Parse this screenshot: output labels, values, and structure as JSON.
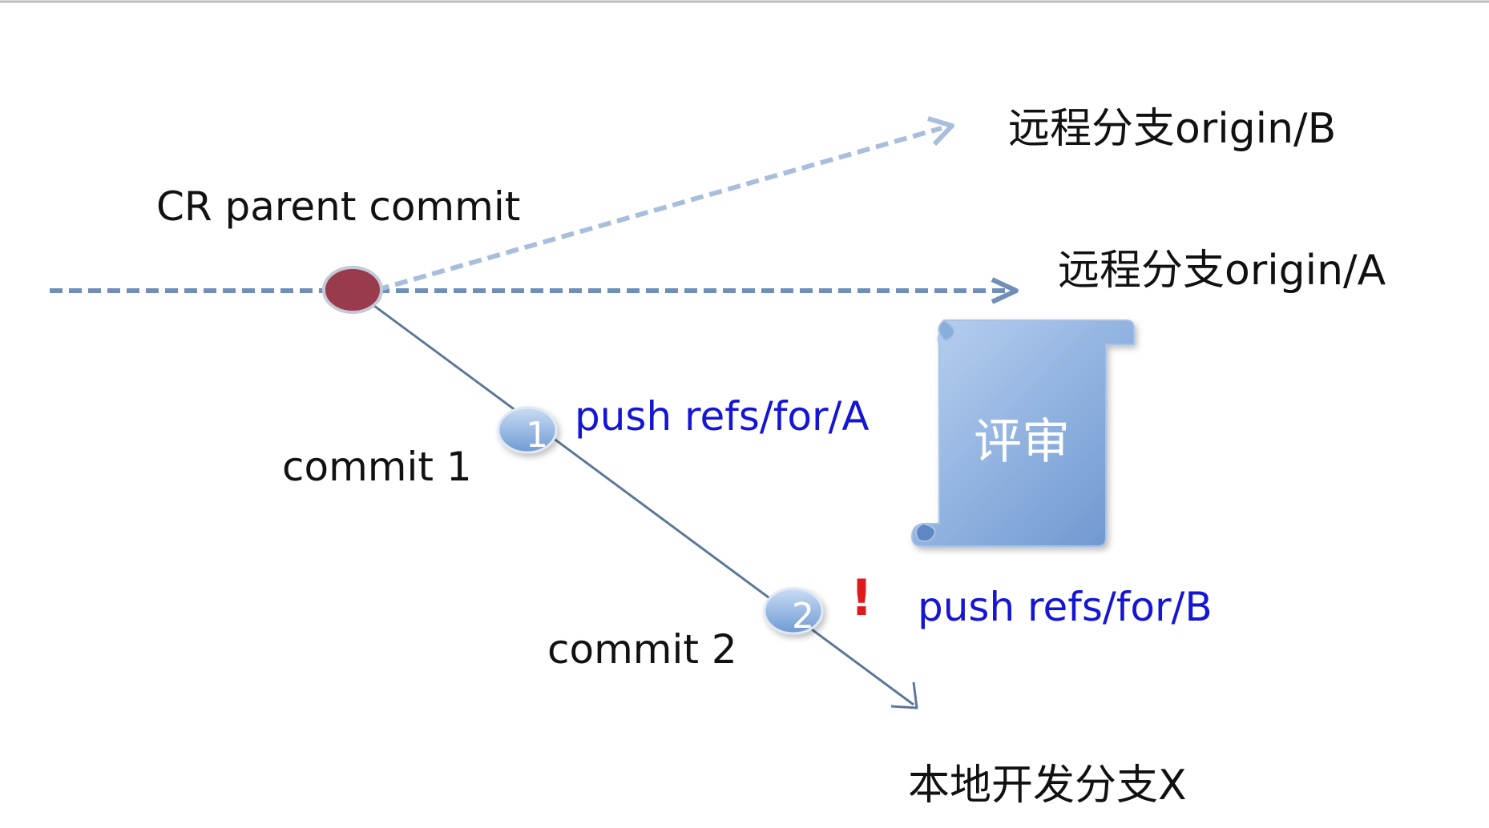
{
  "colors": {
    "background": "#ffffff",
    "top_border": "#bdbdbd",
    "remote_branch_line": "#6f8fb8",
    "remote_branch_line_faded": "#a9bedb",
    "local_branch_line": "#5d7896",
    "parent_commit_fill": "#9a3b4d",
    "commit_fill_light": "#c9dcf3",
    "commit_fill_dark": "#6f9ad3",
    "push_text": "#1515d6",
    "label_text": "#111111",
    "warning": "#e0191b",
    "scroll_fill_light": "#b9d1f1",
    "scroll_fill_dark": "#6b95cf",
    "scroll_text": "#ffffff"
  },
  "labels": {
    "cr_parent_commit": "CR parent commit",
    "remote_branch_b": "远程分支origin/B",
    "remote_branch_a": "远程分支origin/A",
    "commit_1": "commit 1",
    "commit_2": "commit 2",
    "local_branch": "本地开发分支X",
    "push_a": "push refs/for/A",
    "push_b": "push refs/for/B",
    "review": "评审",
    "warning_mark": "!"
  },
  "commits": [
    {
      "number": "1"
    },
    {
      "number": "2"
    }
  ]
}
